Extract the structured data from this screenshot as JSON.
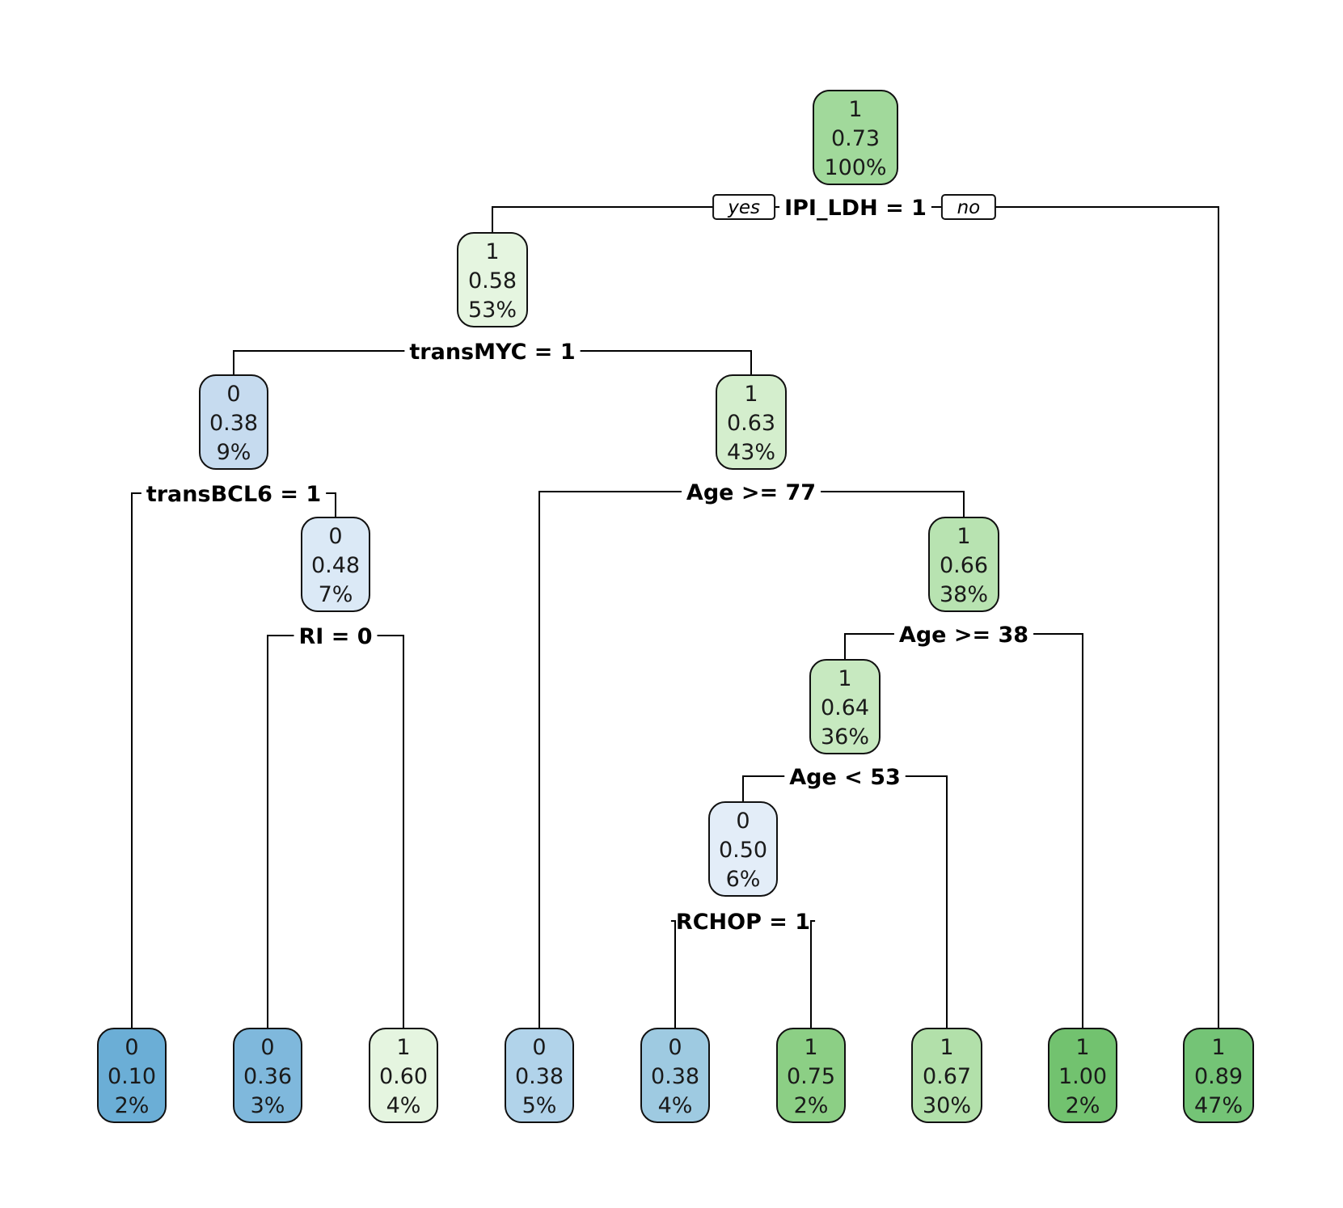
{
  "tree": {
    "yes_label": "yes",
    "no_label": "no",
    "nodes": [
      {
        "id": "root",
        "cls": "1",
        "prob": "0.73",
        "pct": "100%",
        "color": "#a1d99b"
      },
      {
        "id": "n2",
        "cls": "1",
        "prob": "0.58",
        "pct": "53%",
        "color": "#e5f5e0"
      },
      {
        "id": "n4",
        "cls": "0",
        "prob": "0.38",
        "pct": "9%",
        "color": "#c6dbef"
      },
      {
        "id": "n9",
        "cls": "0",
        "prob": "0.48",
        "pct": "7%",
        "color": "#dbe9f6"
      },
      {
        "id": "n5",
        "cls": "1",
        "prob": "0.63",
        "pct": "43%",
        "color": "#d4eecd"
      },
      {
        "id": "n11",
        "cls": "1",
        "prob": "0.66",
        "pct": "38%",
        "color": "#b8e3b1"
      },
      {
        "id": "n22",
        "cls": "1",
        "prob": "0.64",
        "pct": "36%",
        "color": "#c7e9c0"
      },
      {
        "id": "n44",
        "cls": "0",
        "prob": "0.50",
        "pct": "6%",
        "color": "#e3edf8"
      },
      {
        "id": "leaf1",
        "cls": "0",
        "prob": "0.10",
        "pct": "2%",
        "color": "#6baed6"
      },
      {
        "id": "leaf2",
        "cls": "0",
        "prob": "0.36",
        "pct": "3%",
        "color": "#7fb8dc"
      },
      {
        "id": "leaf3",
        "cls": "1",
        "prob": "0.60",
        "pct": "4%",
        "color": "#e5f5e0"
      },
      {
        "id": "leaf4",
        "cls": "0",
        "prob": "0.38",
        "pct": "5%",
        "color": "#b1d3ea"
      },
      {
        "id": "leaf5",
        "cls": "0",
        "prob": "0.38",
        "pct": "4%",
        "color": "#9ecae1"
      },
      {
        "id": "leaf6",
        "cls": "1",
        "prob": "0.75",
        "pct": "2%",
        "color": "#8ccf85"
      },
      {
        "id": "leaf7",
        "cls": "1",
        "prob": "0.67",
        "pct": "30%",
        "color": "#b2e0aa"
      },
      {
        "id": "leaf8",
        "cls": "1",
        "prob": "1.00",
        "pct": "2%",
        "color": "#72c26f"
      },
      {
        "id": "leaf9",
        "cls": "1",
        "prob": "0.89",
        "pct": "47%",
        "color": "#74c476"
      }
    ],
    "splits": [
      {
        "id": "s_root",
        "label": "IPI_LDH = 1"
      },
      {
        "id": "s_n2",
        "label": "transMYC = 1"
      },
      {
        "id": "s_n4",
        "label": "transBCL6 = 1"
      },
      {
        "id": "s_n9",
        "label": "RI = 0"
      },
      {
        "id": "s_n5",
        "label": "Age >= 77"
      },
      {
        "id": "s_n11",
        "label": "Age >= 38"
      },
      {
        "id": "s_n22",
        "label": "Age < 53"
      },
      {
        "id": "s_n44",
        "label": "RCHOP = 1"
      }
    ]
  }
}
